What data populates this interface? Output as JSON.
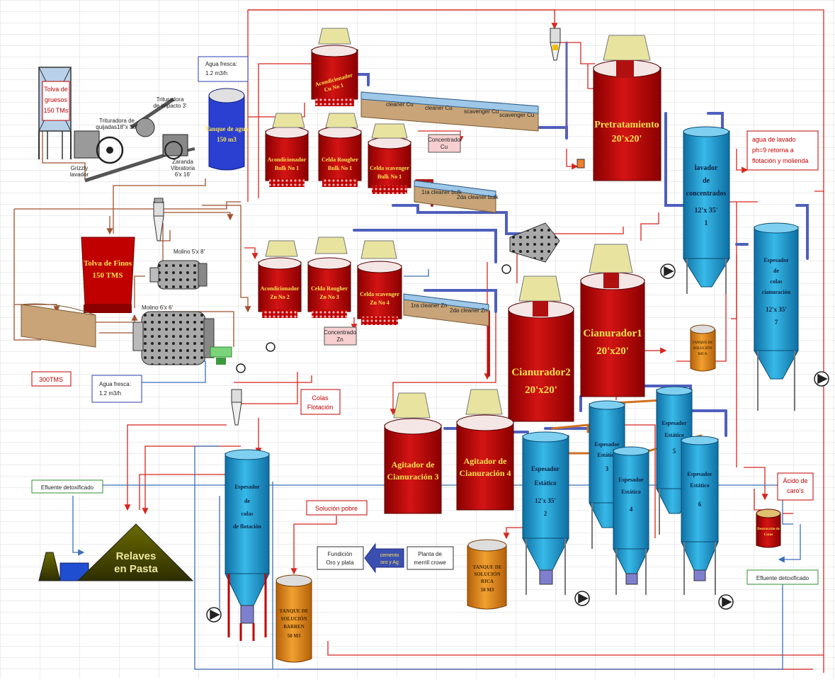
{
  "colors": {
    "red_tank": "#c00000",
    "blue_tank": "#1fa3d9",
    "orange_tank": "#e8911f",
    "pipe_red": "#d7261e",
    "pipe_blue": "#3b6fb6",
    "pipe_brown": "#a0522d",
    "grid": "#d8d8d8",
    "olive": "#4d4d00"
  },
  "icons": [
    "tank-icon",
    "flotation-cell-icon",
    "ball-mill-icon",
    "cyclone-icon",
    "pump-icon",
    "crusher-icon",
    "stockpile-icon",
    "hopper-icon",
    "agitator-motor-icon"
  ],
  "labels": {
    "tolva_gruesos": [
      "Tolva de",
      "gruesos",
      "150 TMs"
    ],
    "trituradora_impacto": [
      "Trituradora",
      "de impacto 3'"
    ],
    "trituradora_quijadas": [
      "Trituradora de",
      "quijadas18\"x 36\""
    ],
    "grizzly": [
      "Grizzly",
      "lavador"
    ],
    "zaranda": [
      "Zaranda",
      "Vibratoria",
      "6'x 16'"
    ],
    "agua_fresca_top": [
      "Agua fresca:",
      "1.2 m3/h"
    ],
    "tanque_agua": [
      "Tanque de agua",
      "150 m3"
    ],
    "tolva_finos": [
      "Tolva de Finos",
      "150 TMS"
    ],
    "molino_5x8": "Molino 5'x 8'",
    "molino_6x6": "Molino 6'x 6'",
    "tms_300": "300TMS",
    "agua_fresca_bottom": [
      "Agua fresca:",
      "1.2 m3/h"
    ],
    "acond_cu": [
      "Acondicionador",
      "Cu No 1"
    ],
    "acond_bulk": [
      "Acondicionador",
      "Bulk No 1"
    ],
    "rougher_bulk": [
      "Celda Rougher",
      "Bulk No 1"
    ],
    "scavenger_bulk": [
      "Celda scavenger",
      "Bulk No 1"
    ],
    "acond_zn": [
      "Acondicionador",
      "Zn No 2"
    ],
    "rougher_zn": [
      "Celda Rougher",
      "Zn No 3"
    ],
    "scavenger_zn": [
      "Celda scavenger",
      "Zn No 4"
    ],
    "cu_bank": [
      "cleaner Cu",
      "cleaner Cu",
      "scavenger Cu",
      "scavenger Cu"
    ],
    "bulk_bank": [
      "1ra cleaner bulk",
      "2da cleaner bulk"
    ],
    "zn_bank": [
      "1ra cleaner Zn",
      "2da cleaner Zn"
    ],
    "conc_cu": [
      "Concentrado",
      "Cu"
    ],
    "conc_zn": [
      "Concentrado",
      "Zn"
    ],
    "pretratamiento": [
      "Pretratamiento",
      "20'x20'"
    ],
    "cianurador1": [
      "Cianurador1",
      "20'x20'"
    ],
    "cianurador2": [
      "Cianurador2",
      "20'x20'"
    ],
    "lavador": [
      "lavador",
      "de",
      "concentrados",
      "12'x 35'",
      "1"
    ],
    "agua_lavado": [
      "agua de lavado",
      "ph=9 retorna a",
      "flotación y molienda"
    ],
    "espesador_colas_cian": [
      "Espesador",
      "de",
      "colas",
      "cianuración",
      "12'x 35'",
      "7"
    ],
    "tanque_orange_small": [
      "TANQUE DE",
      "SOLUCIÓN",
      "RICA"
    ],
    "colas_flotacion": [
      "Colas",
      "Flotación"
    ],
    "agitador3": [
      "Agitador de",
      "Cianuración 3"
    ],
    "agitador4": [
      "Agitador de",
      "Cianuración 4"
    ],
    "espesador2": [
      "Espesador",
      "Estático",
      "12'x 35'",
      "2"
    ],
    "espesador3": [
      "Espesador",
      "Estático",
      "3"
    ],
    "espesador4": [
      "Espesador",
      "Estático",
      "4"
    ],
    "espesador5": [
      "Espesador",
      "Estático",
      "5"
    ],
    "espesador6": [
      "Espesador",
      "Estático",
      "6"
    ],
    "espesador_colas_flot": [
      "Espesador",
      "de",
      "colas",
      "de flotación"
    ],
    "efluente_left": "Efluente detoxificado",
    "efluente_right": "Efluente detoxificado",
    "relaves": [
      "Relaves",
      "en Pasta"
    ],
    "solucion_pobre": "Solución pobre",
    "fundicion": [
      "Fundición",
      "Oro y plata"
    ],
    "cemento": [
      "cemento",
      "oro y Ag"
    ],
    "planta_merrill": [
      "Planta de",
      "merrill crowe"
    ],
    "tanque_rica": [
      "TANQUE DE",
      "SOLUCIÓN",
      "RICA",
      "50 M3"
    ],
    "tanque_barren": [
      "TANQUE DE",
      "SOLUCIÓN",
      "BARREN",
      "50 M3"
    ],
    "acido_caro": [
      "Ácido de",
      "caro's"
    ],
    "destruccion_caros": [
      "Destrucción de",
      "Caros"
    ]
  }
}
